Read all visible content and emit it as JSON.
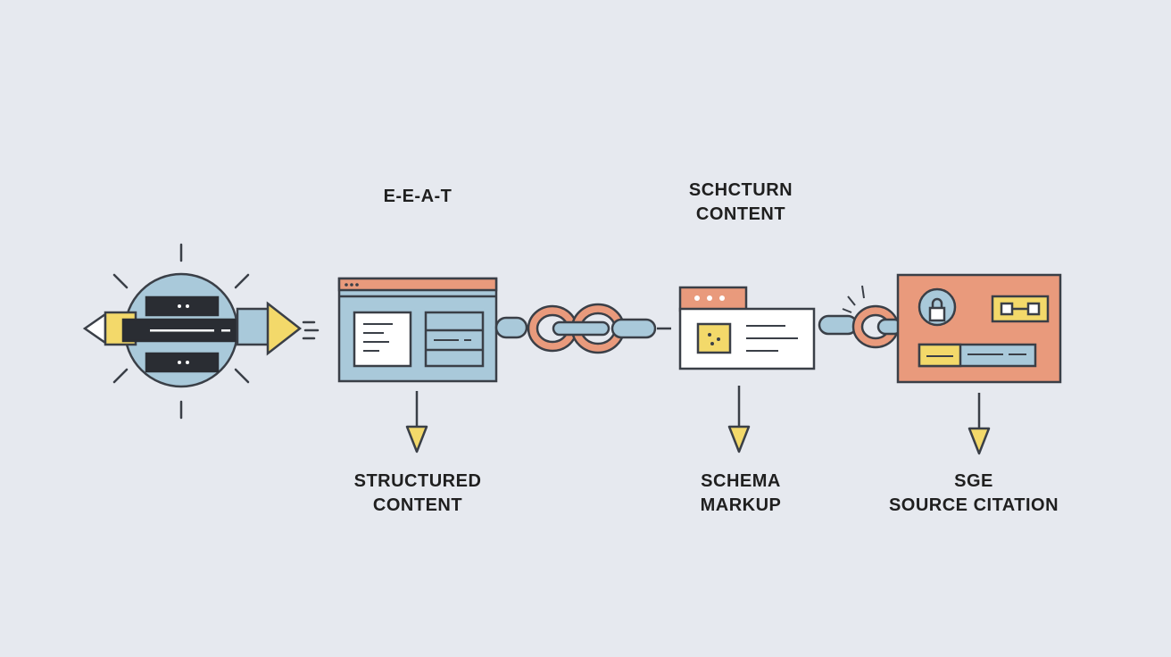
{
  "labels": {
    "top_left": "E-E-A-T",
    "top_right_line1": "SCHCTURN",
    "top_right_line2": "CONTENT",
    "step1_line1": "STRUCTURED",
    "step1_line2": "CONTENT",
    "step2_line1": "SCHEMA",
    "step2_line2": "MARKUP",
    "step3_line1": "SGE",
    "step3_line2": "SOURCE CITATION"
  },
  "colors": {
    "background": "#e6e9ef",
    "outline": "#3a3f47",
    "blue": "#a9c9da",
    "salmon": "#e99a7c",
    "yellow": "#f3d96a",
    "dark": "#2a2d33",
    "white": "#ffffff"
  },
  "icons": [
    "globe-pencil-icon",
    "browser-window-icon",
    "chain-link-icon",
    "content-card-icon",
    "secure-panel-icon",
    "down-arrow-icon"
  ]
}
